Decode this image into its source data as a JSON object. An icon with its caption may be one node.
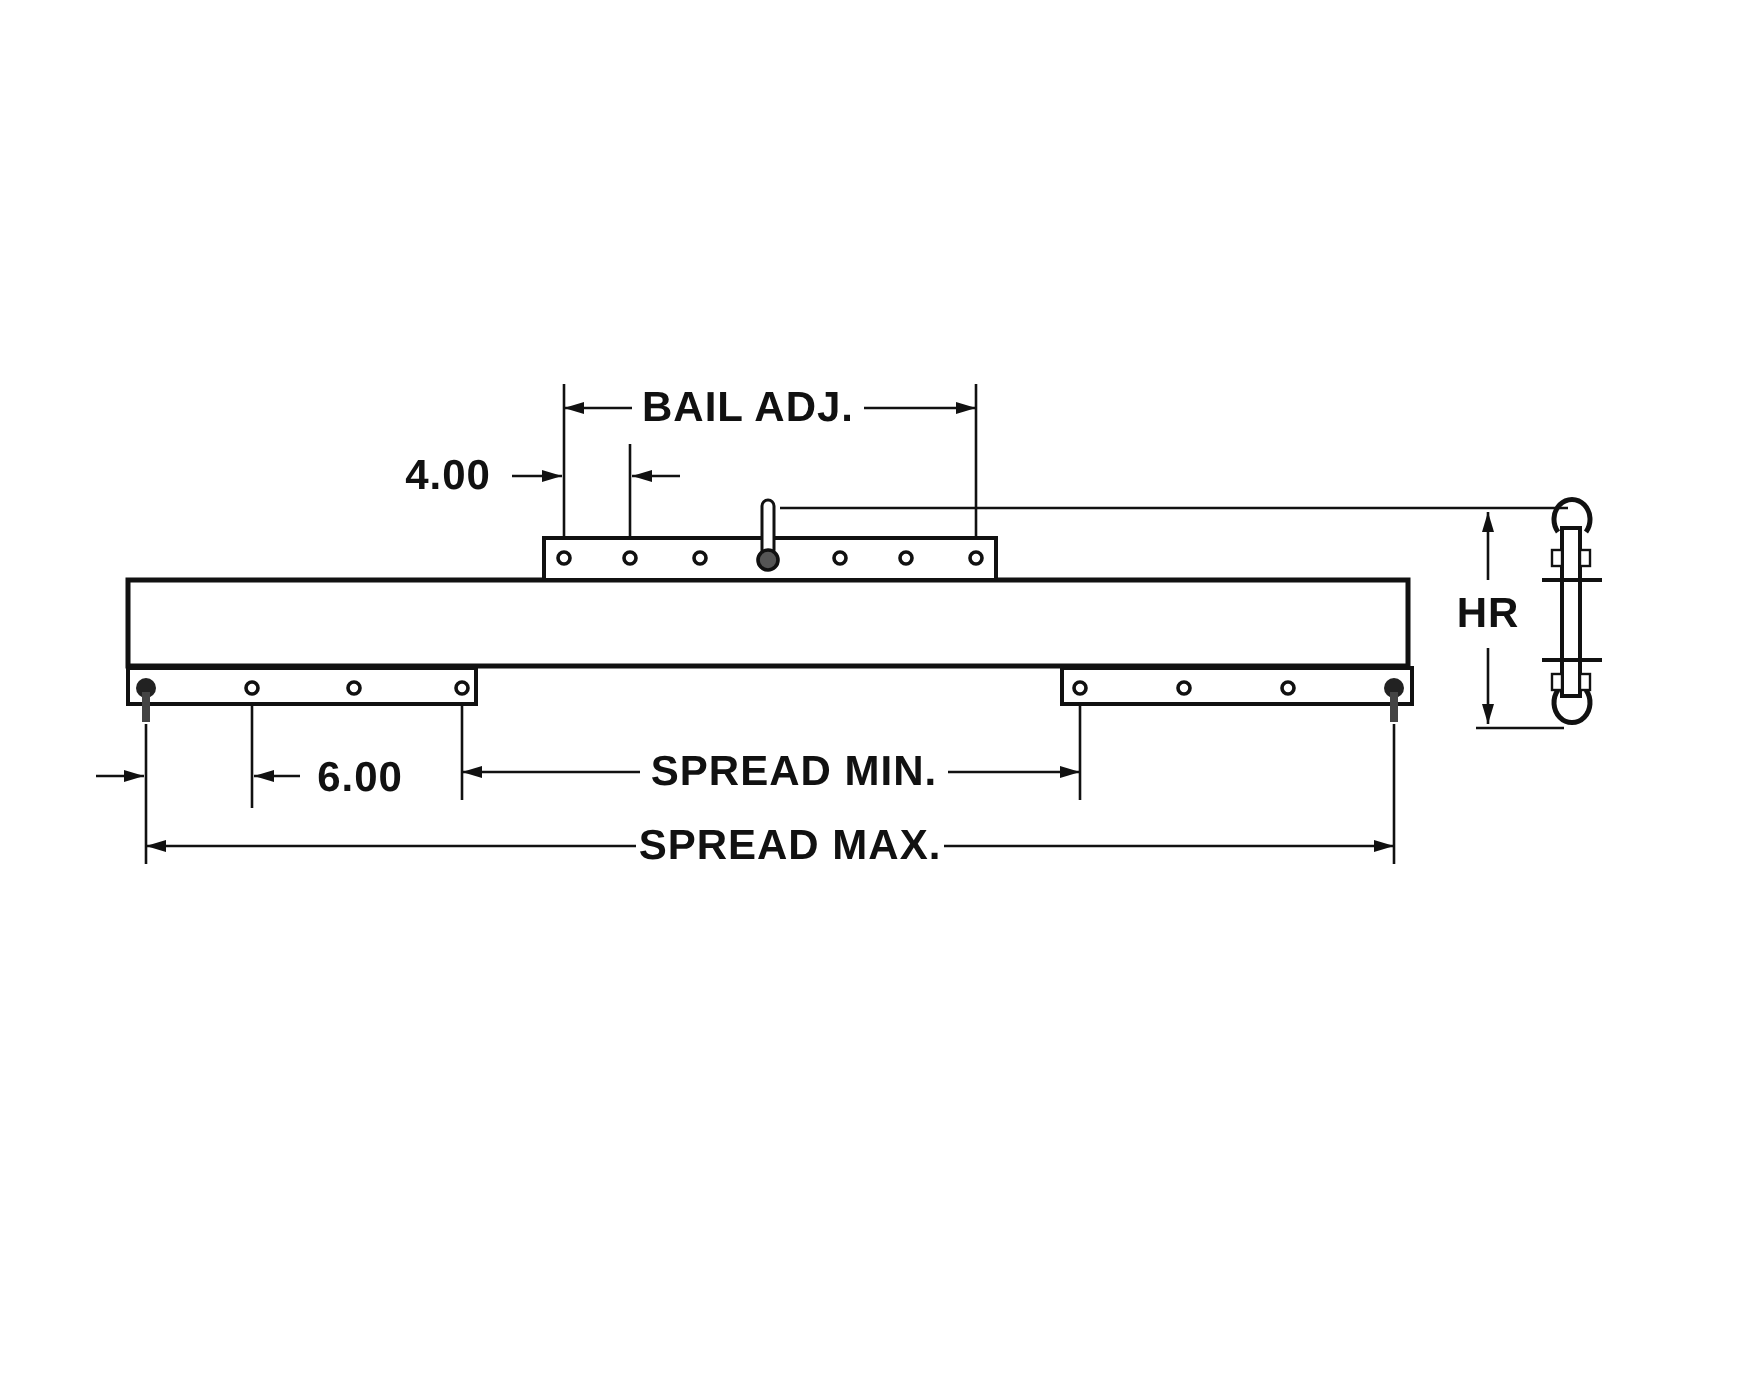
{
  "diagram": {
    "labels": [
      "BAIL ADJ.",
      "4.00",
      "HR",
      "6.00",
      "SPREAD MIN.",
      "SPREAD MAX."
    ]
  }
}
